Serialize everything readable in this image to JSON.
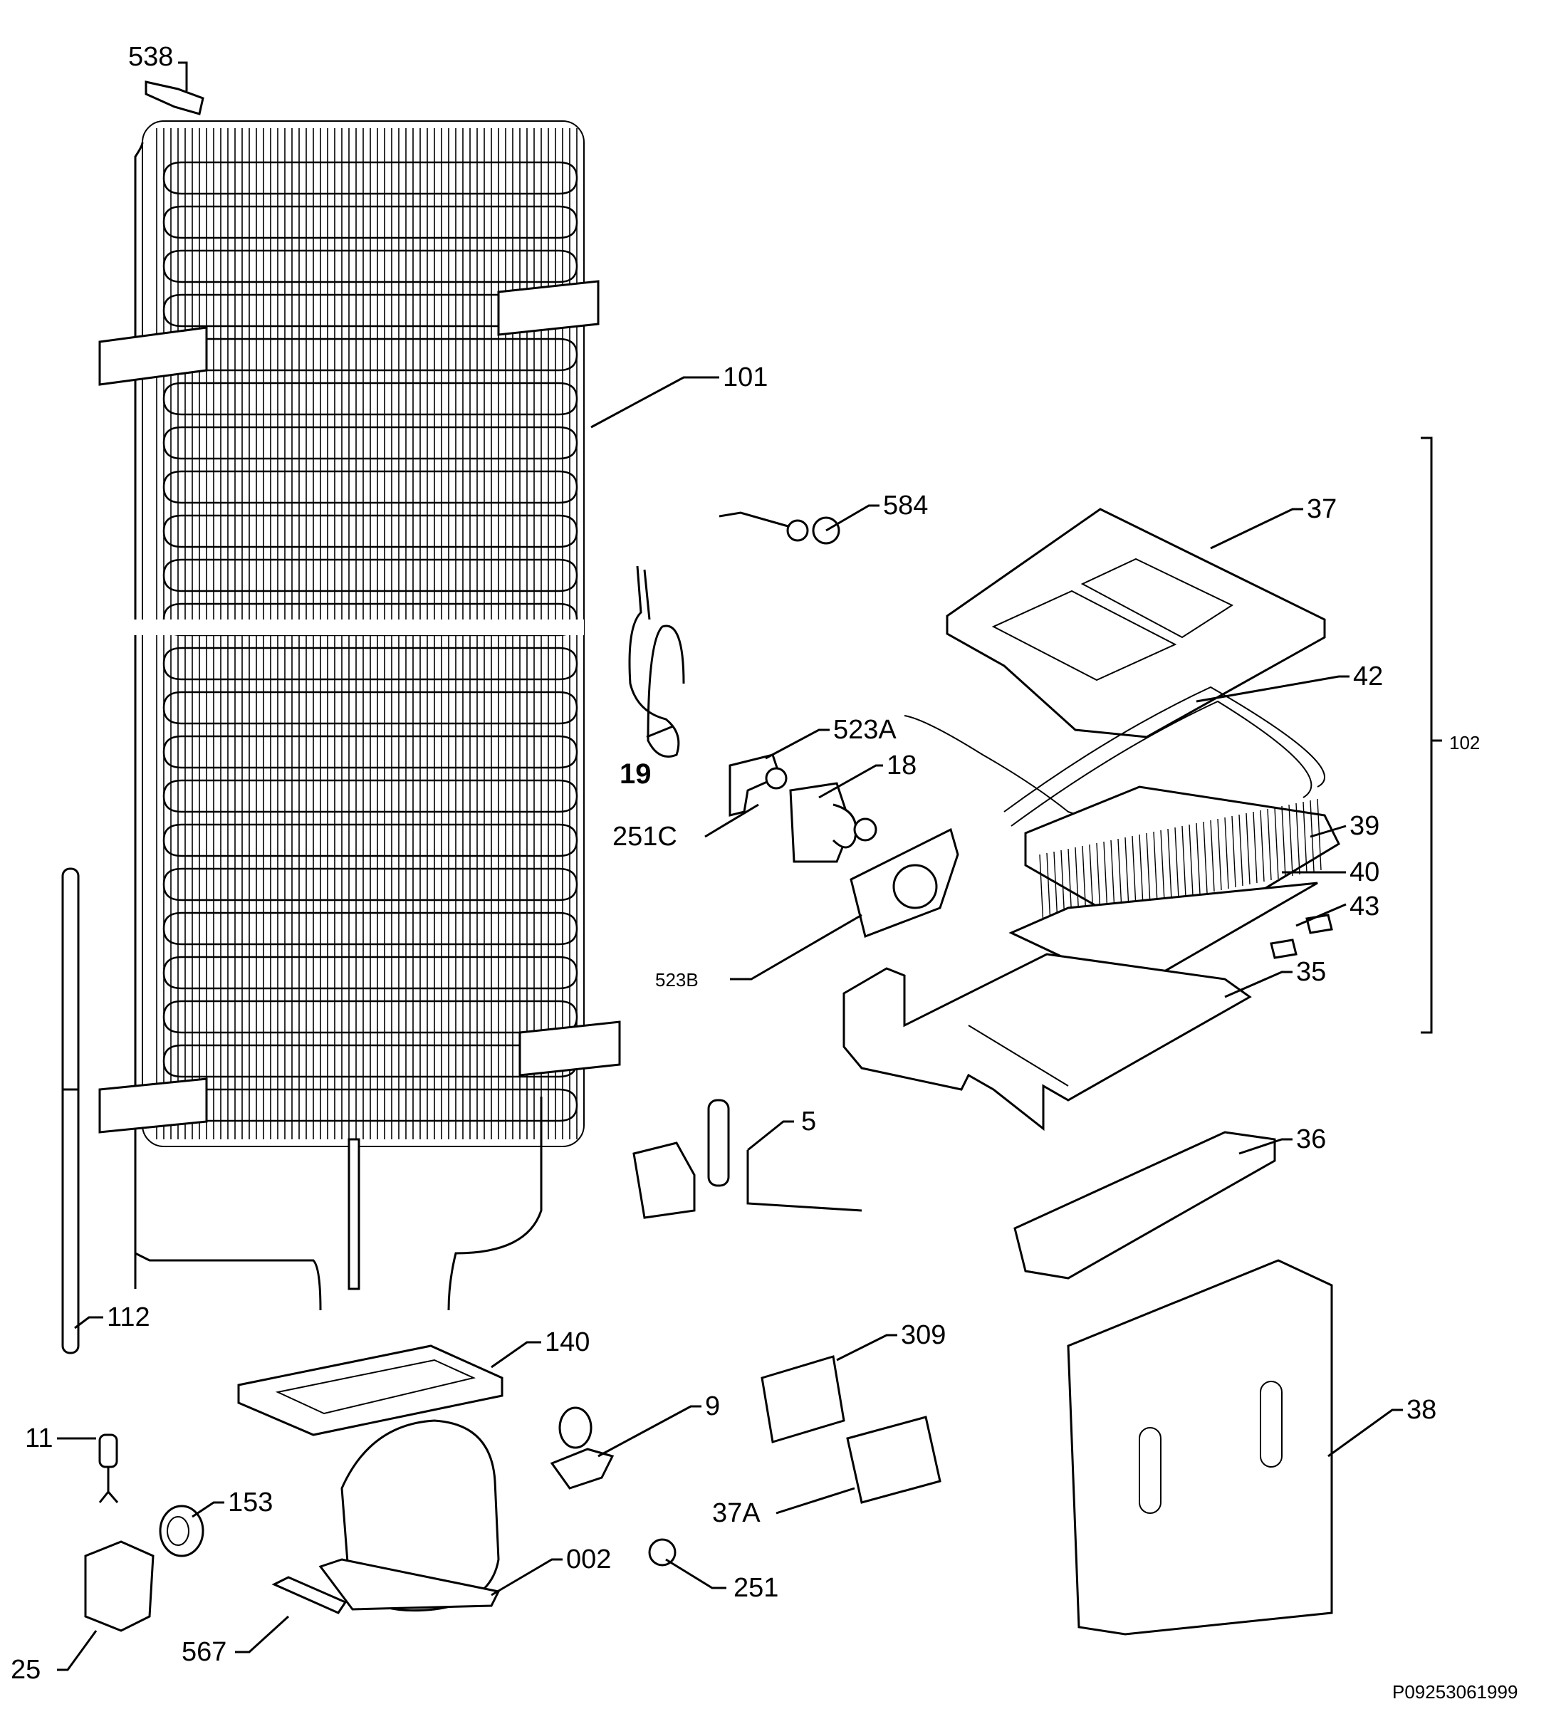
{
  "labels": {
    "p538": "538",
    "p101": "101",
    "p584": "584",
    "p37": "37",
    "p42": "42",
    "p102": "102",
    "p19": "19",
    "p523a": "523A",
    "p18": "18",
    "p251c": "251C",
    "p39": "39",
    "p40": "40",
    "p43": "43",
    "p523b": "523B",
    "p35": "35",
    "p5": "5",
    "p36": "36",
    "p112": "112",
    "p140": "140",
    "p309": "309",
    "p9": "9",
    "p38": "38",
    "p11": "11",
    "p153": "153",
    "p37a": "37A",
    "p002": "002",
    "p251": "251",
    "p25": "25",
    "p567": "567"
  },
  "footer": {
    "code": "P09253061999"
  }
}
